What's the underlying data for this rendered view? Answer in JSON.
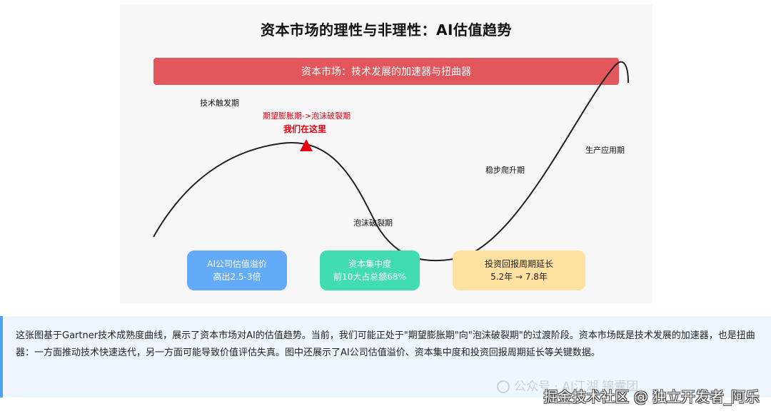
{
  "diagram": {
    "title": "资本市场的理性与非理性：AI估值趋势",
    "banner": "资本市场：技术发展的加速器与扭曲器",
    "curve_labels": {
      "trigger": "技术触发期",
      "expectation_to_bubble": "期望膨胀期->泡沫破裂期",
      "we_are_here": "我们在这里",
      "trough": "泡沫破裂期",
      "slope": "稳步爬升期",
      "plateau": "生产应用期"
    },
    "cards": [
      {
        "title": "AI公司估值溢价",
        "value": "高出2.5-3倍"
      },
      {
        "title": "资本集中度",
        "value": "前10大占总额68%"
      },
      {
        "title": "投资回报周期延长",
        "value": "5.2年 → 7.8年"
      }
    ],
    "colors": {
      "banner": "#e2575b",
      "marker": "#e60012",
      "card_blue": "#63aaf7",
      "card_teal": "#41dcb1",
      "card_yellow": "#ffe1a1",
      "desc_bg": "#eef7ff",
      "desc_border": "#4ea3f0"
    }
  },
  "description": "这张图基于Gartner技术成熟度曲线，展示了资本市场对AI的估值趋势。当前，我们可能正处于\"期望膨胀期\"向\"泡沫破裂期\"的过渡阶段。资本市场既是技术发展的加速器，也是扭曲器：一方面推动技术快速迭代，另一方面可能导致价值评估失真。图中还展示了AI公司估值溢价、资本集中度和投资回报周期延长等关键数据。",
  "watermarks": {
    "wechat": "公众号 · AI江湖 锦囊团",
    "juejin": "掘金技术社区 @ 独立开发者_阿乐"
  }
}
